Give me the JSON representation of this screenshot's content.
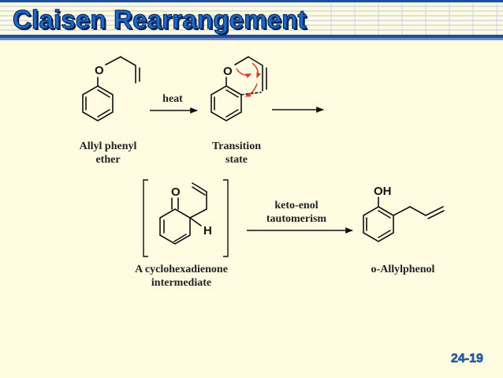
{
  "slide": {
    "title": "Claisen Rearrangement",
    "page_number": "24-19"
  },
  "colors": {
    "background": "#fffce2",
    "title_blue": "#1d6bc4",
    "title_dark": "#0a2a66",
    "band_blue": "#1c4fa0",
    "curved_arrow_red": "#d63a2a",
    "bond_black": "#111111"
  },
  "molecules": {
    "allyl_phenyl_ether": {
      "label_line1": "Allyl phenyl",
      "label_line2": "ether",
      "atom_o": "O"
    },
    "transition_state": {
      "label_line1": "Transition",
      "label_line2": "state",
      "atom_o": "O"
    },
    "intermediate": {
      "label_line1": "A cyclohexadienone",
      "label_line2": "intermediate",
      "atom_o": "O",
      "atom_h": "H"
    },
    "product": {
      "label": "o-Allylphenol",
      "atom_oh": "OH"
    }
  },
  "arrows": {
    "step1": {
      "label": "heat"
    },
    "step2": {
      "label": ""
    },
    "step3": {
      "label_line1": "keto-enol",
      "label_line2": "tautomerism"
    }
  }
}
